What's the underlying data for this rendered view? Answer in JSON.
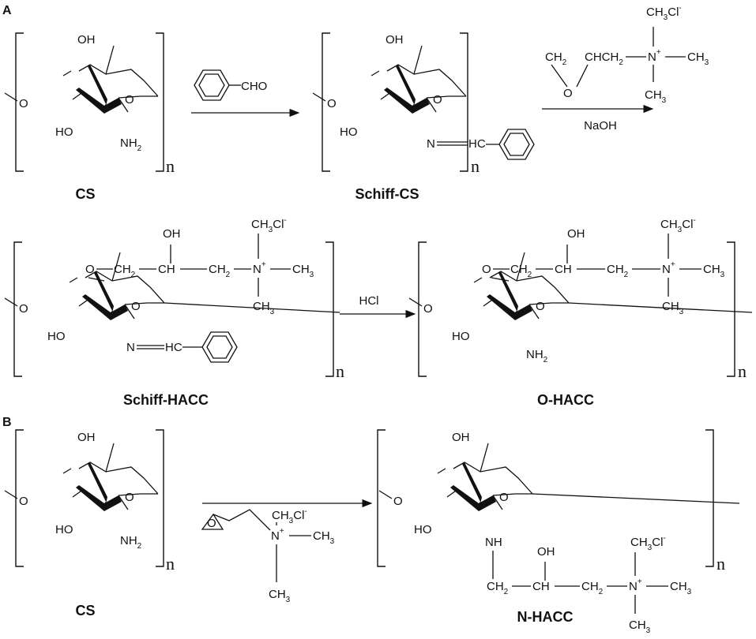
{
  "panels": {
    "a": "A",
    "b": "B"
  },
  "labels": {
    "cs": "CS",
    "schiff_cs": "Schiff-CS",
    "schiff_hacc": "Schiff-HACC",
    "o_hacc": "O-HACC",
    "cs_b": "CS",
    "n_hacc": "N-HACC"
  },
  "repeat": "n",
  "atoms": {
    "oh": "OH",
    "ho": "HO",
    "nh": "NH",
    "n": "N",
    "hc": "HC",
    "ch": "CH",
    "cho": "CHO",
    "ch2_glyc": "CH",
    "chch2": "CHCH",
    "ch3": "CH",
    "cl": "Cl",
    "sub2": "2",
    "sub3": "3",
    "plus": "+",
    "minus": "-",
    "nh2_sub": "2",
    "o": "O"
  },
  "reagents": {
    "naoh": "NaOH",
    "hcl": "HCl"
  }
}
